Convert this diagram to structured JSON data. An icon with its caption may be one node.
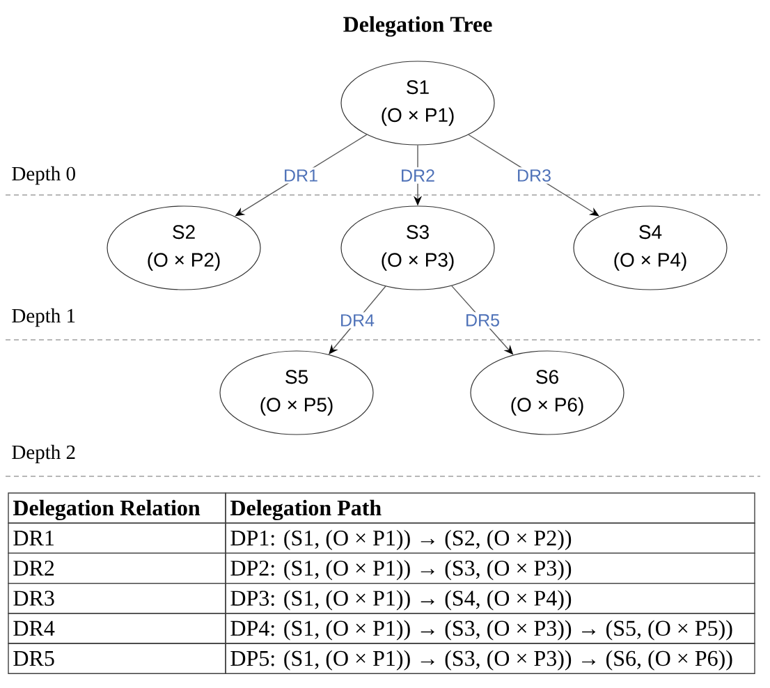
{
  "diagram": {
    "title": "Delegation Tree",
    "nodes": [
      {
        "text": [
          "S1",
          "(O × P1)"
        ]
      },
      {
        "text": [
          "S2",
          "(O × P2)"
        ]
      },
      {
        "text": [
          "S3",
          "(O × P3)"
        ]
      },
      {
        "text": [
          "S4",
          "(O × P4)"
        ]
      },
      {
        "text": [
          "S5",
          "(O × P5)"
        ]
      },
      {
        "text": [
          "S6",
          "(O × P6)"
        ]
      }
    ],
    "edges": [
      {
        "from": 0,
        "to": 1,
        "arrow": "to",
        "label": "DR1"
      },
      {
        "from": 0,
        "to": 2,
        "arrow": "to",
        "label": "DR2"
      },
      {
        "from": 0,
        "to": 3,
        "arrow": "to",
        "label": "DR3"
      },
      {
        "from": 2,
        "to": 4,
        "arrow": "to",
        "label": "DR4"
      },
      {
        "from": 2,
        "to": 5,
        "arrow": "to",
        "label": "DR5"
      }
    ],
    "labels": [
      "Depth 0",
      "Depth 1",
      "Depth 2",
      "Delegation Relation",
      "Delegation Path",
      "DR1",
      "DP1: (S1, (O × P1)) → (S2, (O × P2))",
      "DR2",
      "DP2: (S1, (O × P1)) → (S3, (O × P3))",
      "DR3",
      "DP3: (S1, (O × P1)) → (S4, (O × P4))",
      "DR4",
      "DP4: (S1, (O × P1)) → (S3, (O × P3)) → (S5, (O × P5))",
      "DR5",
      "DP5: (S1, (O × P1)) → (S3, (O × P3)) → (S6, (O × P6))"
    ]
  }
}
